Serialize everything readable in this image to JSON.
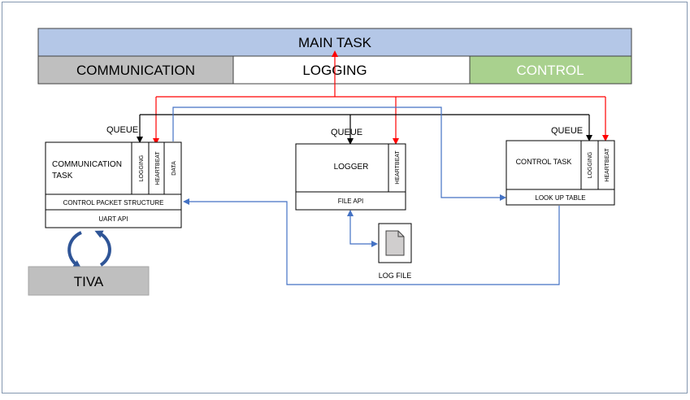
{
  "header": {
    "main_task": "MAIN TASK",
    "communication": "COMMUNICATION",
    "logging": "LOGGING",
    "control": "CONTROL"
  },
  "communication_task": {
    "title_line1": "COMMUNICATION",
    "title_line2": "TASK",
    "queue_label": "QUEUE",
    "tab_logging": "LOGGING",
    "tab_heartbeat": "HEARTBEAT",
    "tab_data": "DATA",
    "row1": "CONTROL PACKET STRUCTURE",
    "row2": "UART API"
  },
  "logger": {
    "title": "LOGGER",
    "queue_label": "QUEUE",
    "tab_heartbeat": "HEARTBEAT",
    "row1": "FILE API",
    "log_file_label": "LOG FILE"
  },
  "control_task": {
    "title": "CONTROL TASK",
    "queue_label": "QUEUE",
    "tab_logging": "LOGGING",
    "tab_heartbeat": "HEARTBEAT",
    "row1": "LOOK UP TABLE"
  },
  "tiva": {
    "label": "TIVA"
  },
  "colors": {
    "main_task_fill": "#b4c7e7",
    "communication_fill": "#bfbfbf",
    "control_fill": "#a9d18e",
    "heartbeat_arrow": "#ff0000",
    "data_line": "#4472c4",
    "queue_arrow": "#000000",
    "cycle_arrows": "#2f5597",
    "tiva_fill": "#bfbfbf"
  }
}
